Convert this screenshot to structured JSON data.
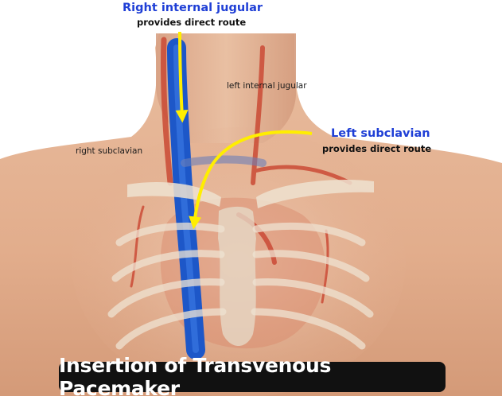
{
  "labels": {
    "right_internal_jugular": {
      "title": "Right internal jugular",
      "subtitle": "provides direct route"
    },
    "left_internal_jugular": "left internal jugular",
    "left_subclavian": {
      "title": "Left subclavian",
      "subtitle": "provides direct route"
    },
    "right_subclavian": "right subclavian"
  },
  "caption": "Insertion of Transvenous Pacemaker",
  "colors": {
    "title_blue": "#1f3fd6",
    "arrow_yellow": "#ffee00",
    "vein_blue": "#1d57c8",
    "skin": "#e8b899",
    "background": "#ffffff",
    "caption_bg": "#111111"
  },
  "icons": [
    "jugular-route-arrow-icon",
    "subclavian-route-arrow-icon"
  ]
}
